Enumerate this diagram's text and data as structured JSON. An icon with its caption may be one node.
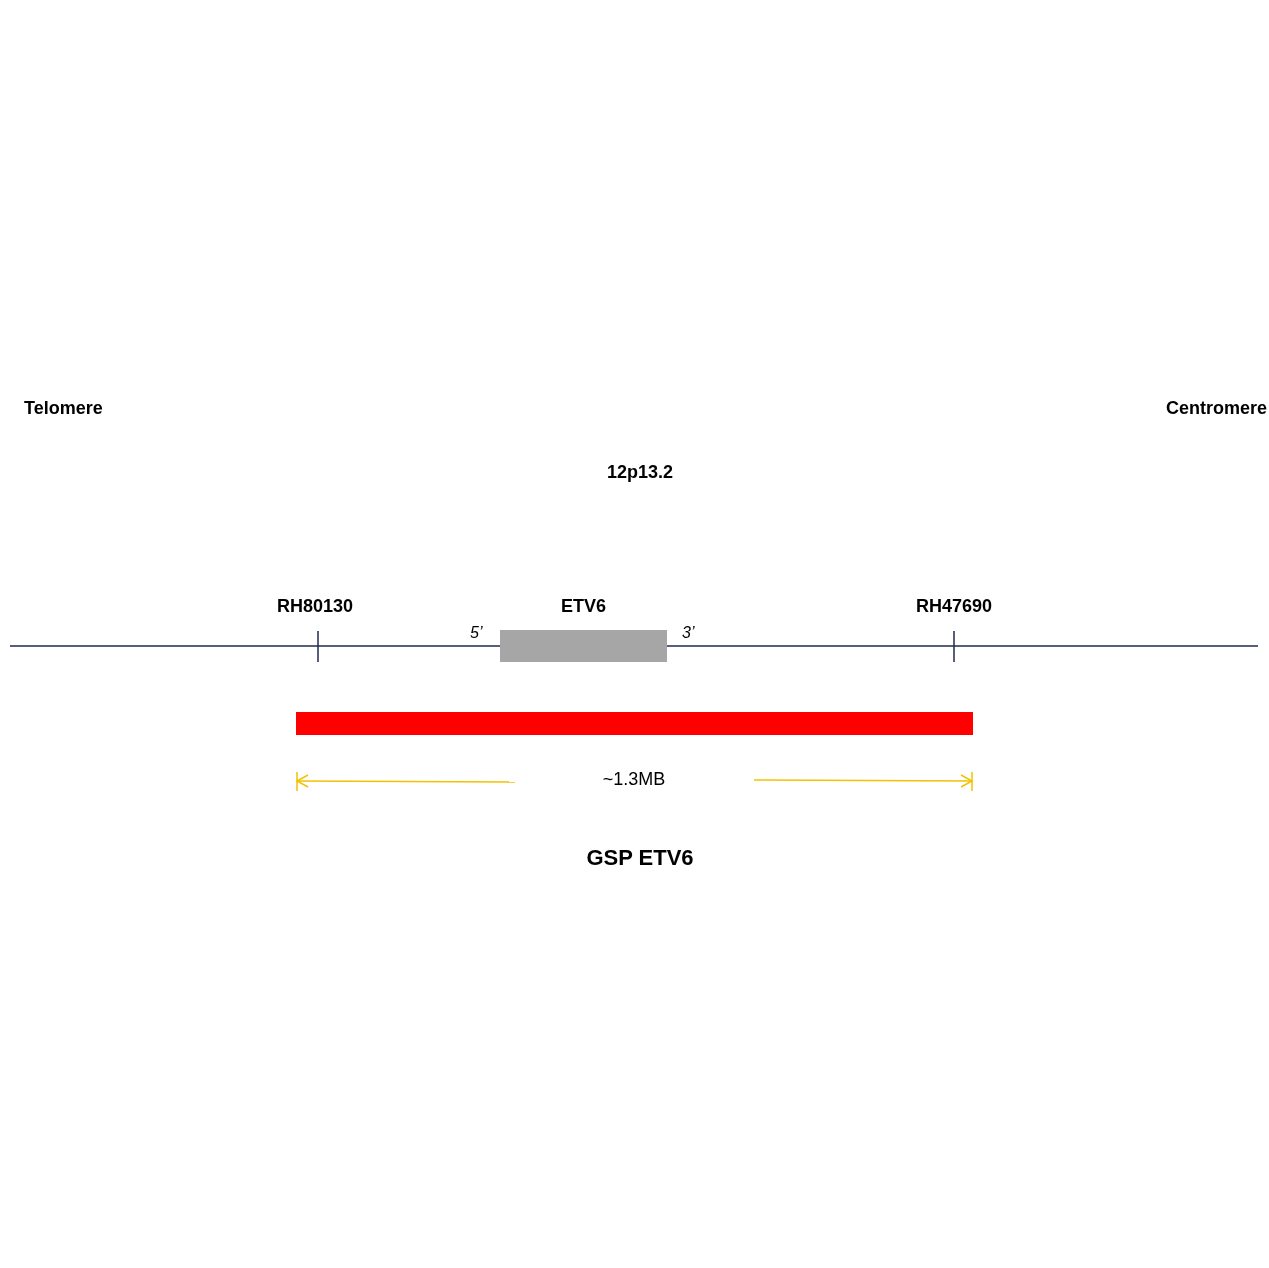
{
  "diagram": {
    "caption": "GSP ETV6",
    "nodes": [
      {
        "text": [
          "ETV6"
        ],
        "beside": [
          "5’",
          "3’"
        ]
      },
      {
        "text": [],
        "shape": "bar"
      }
    ],
    "labels": [
      "Telomere",
      "Centromere",
      "12p13.2",
      "RH80130",
      "RH47690",
      "~1.3MB"
    ]
  }
}
